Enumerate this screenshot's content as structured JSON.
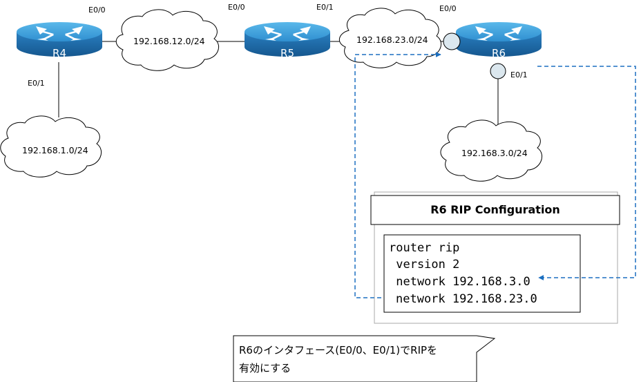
{
  "routers": {
    "r4": {
      "name": "R4"
    },
    "r5": {
      "name": "R5"
    },
    "r6": {
      "name": "R6"
    }
  },
  "interfaces": {
    "r4_e00": "E0/0",
    "r4_e01": "E0/1",
    "r5_e00": "E0/0",
    "r5_e01": "E0/1",
    "r6_e00": "E0/0",
    "r6_e01": "E0/1"
  },
  "networks": {
    "net_12": "192.168.12.0/24",
    "net_23": "192.168.23.0/24",
    "net_1": "192.168.1.0/24",
    "net_3": "192.168.3.0/24"
  },
  "config": {
    "title": "R6 RIP Configuration",
    "lines": [
      "router rip",
      " version 2",
      " network 192.168.3.0",
      "network 192.168.23.0"
    ]
  },
  "callout": {
    "line1": "R6のインタフェース(E0/0、E0/1)でRIPを",
    "line2": "有効にする"
  },
  "colors": {
    "router_top": "#3fa0dc",
    "router_side": "#1f6fae",
    "arrow": "#1b6fc0",
    "marker_fill": "#dbe7ee"
  }
}
